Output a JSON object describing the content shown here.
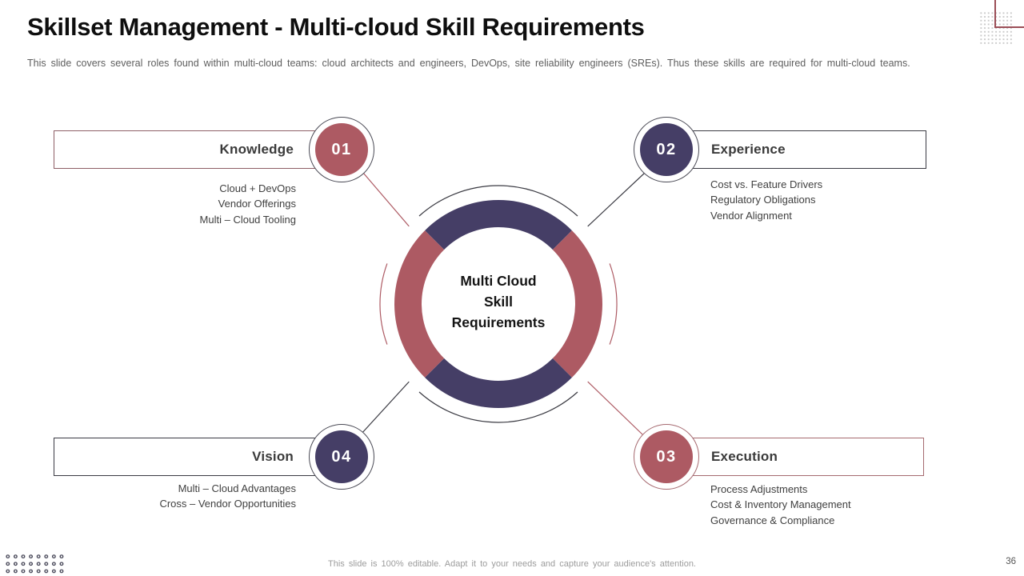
{
  "slide": {
    "title": "Skillset Management - Multi-cloud Skill Requirements",
    "subtitle": "This slide covers several roles found within multi-cloud teams: cloud architects and engineers, DevOps, site reliability engineers (SREs). Thus these skills are required for multi-cloud teams.",
    "footer_note": "This slide is 100% editable. Adapt it to your needs and capture your audience's attention.",
    "page_number": "36"
  },
  "center": {
    "label": "Multi Cloud Skill Requirements",
    "lines": [
      "Multi Cloud",
      "Skill",
      "Requirements"
    ]
  },
  "quadrants": [
    {
      "number": "01",
      "title": "Knowledge",
      "color": "#AD5A63",
      "items": [
        "Cloud + DevOps",
        "Vendor Offerings",
        "Multi – Cloud Tooling"
      ]
    },
    {
      "number": "02",
      "title": "Experience",
      "color": "#453E66",
      "items": [
        "Cost vs. Feature Drivers",
        "Regulatory Obligations",
        "Vendor Alignment"
      ]
    },
    {
      "number": "03",
      "title": "Execution",
      "color": "#AD5A63",
      "items": [
        "Process Adjustments",
        "Cost & Inventory Management",
        "Governance & Compliance"
      ]
    },
    {
      "number": "04",
      "title": "Vision",
      "color": "#453E66",
      "items": [
        "Multi – Cloud Advantages",
        "Cross – Vendor Opportunities"
      ]
    }
  ],
  "colors": {
    "maroon": "#AD5A63",
    "purple": "#453E66",
    "dark_line": "#3B3B43",
    "maroon_border": "#9B4E57"
  }
}
